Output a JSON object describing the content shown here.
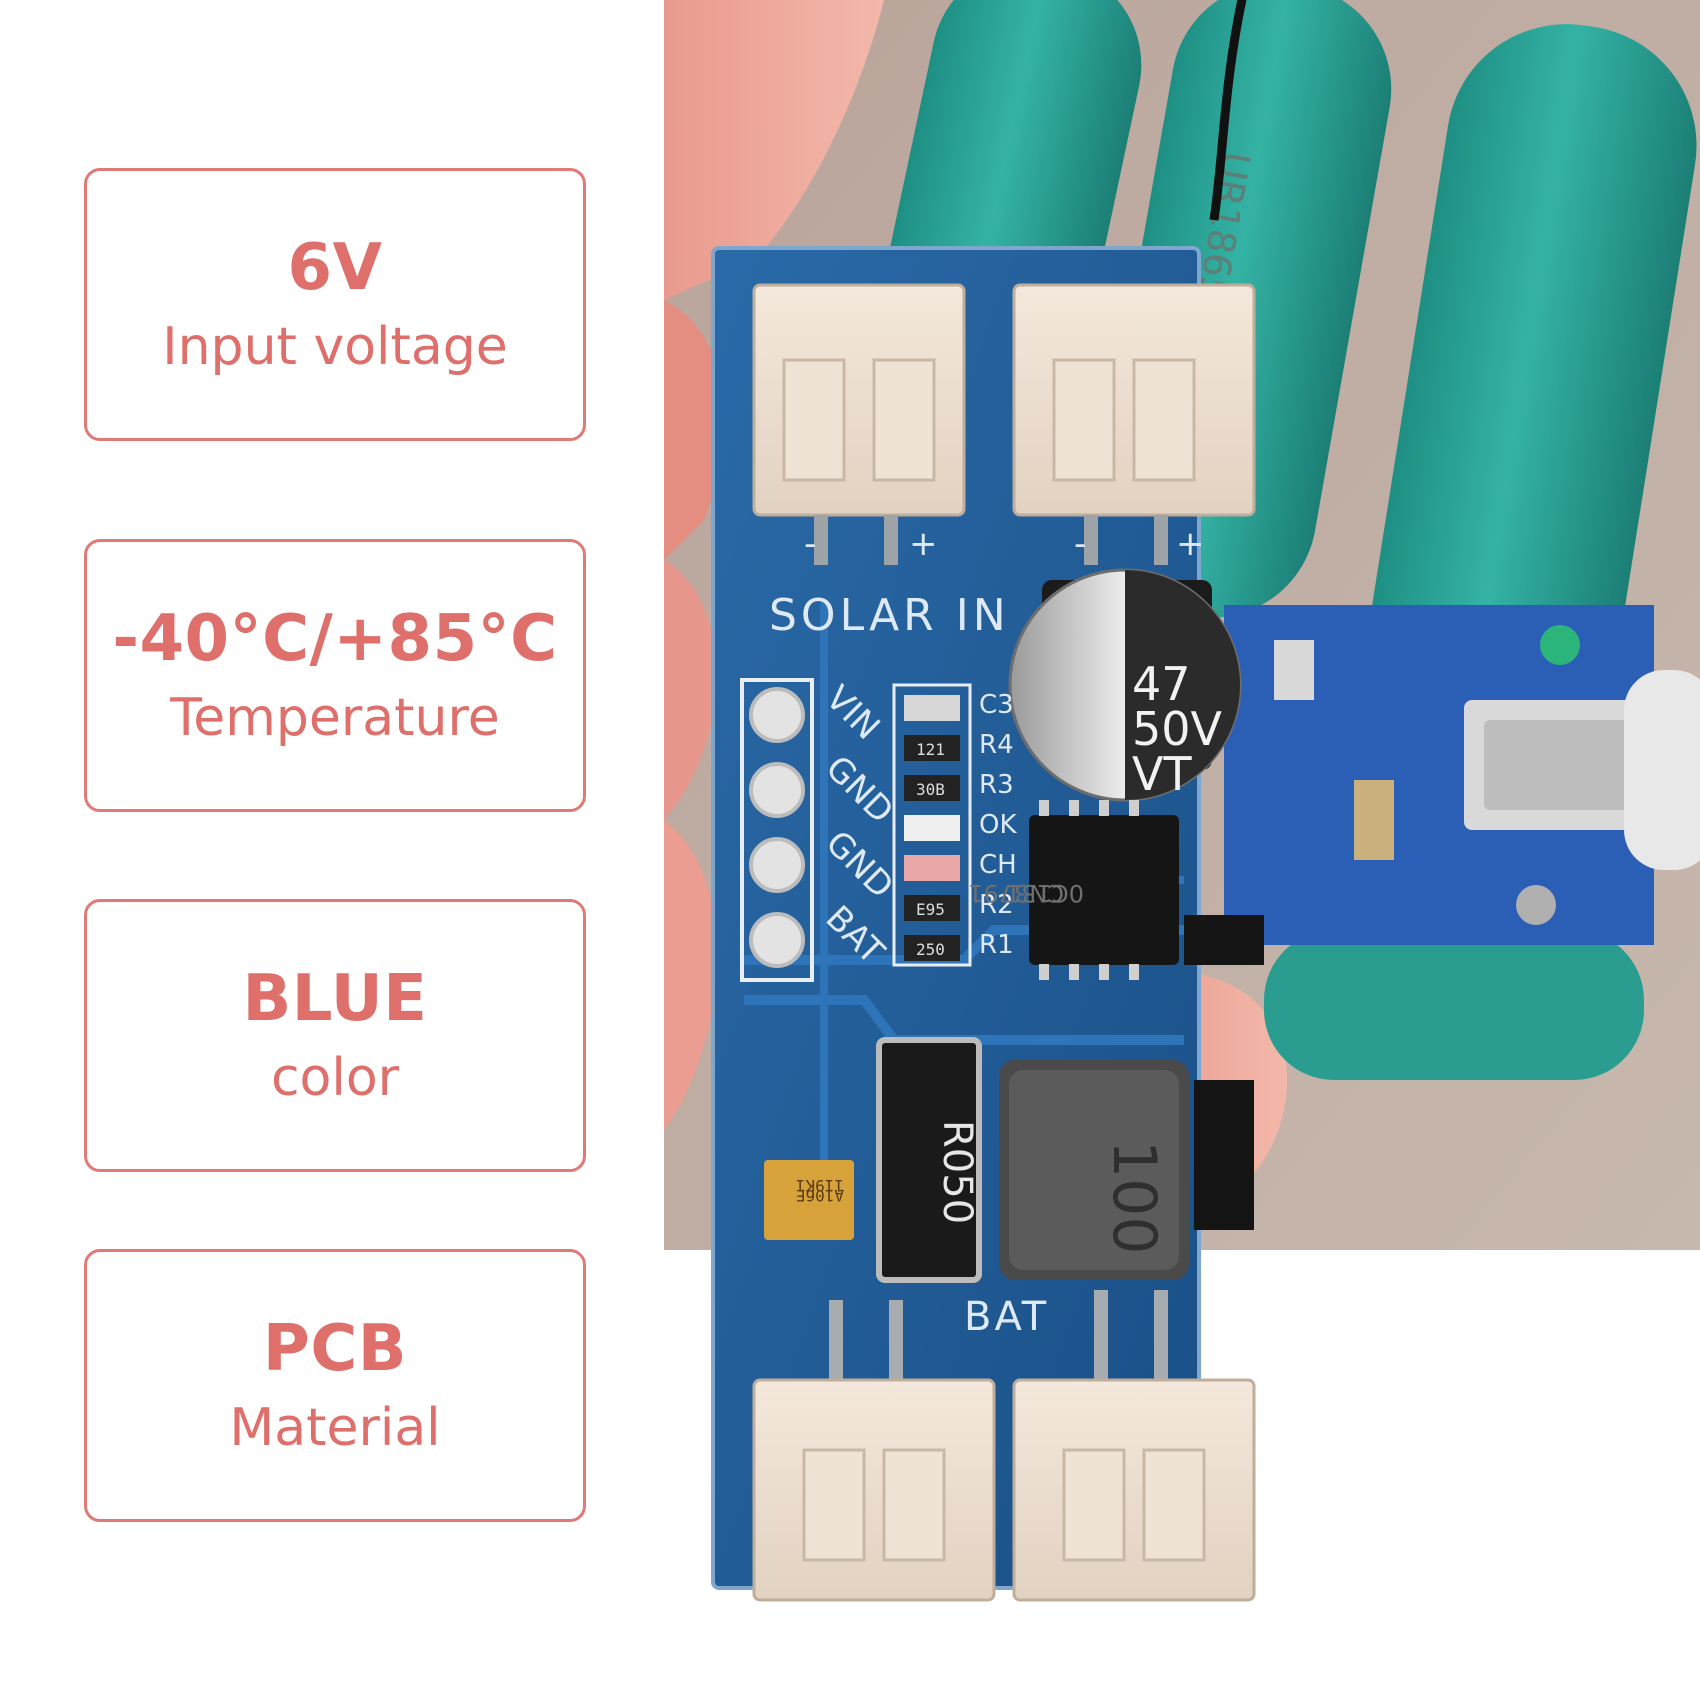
{
  "specs": [
    {
      "value": "6V",
      "label": "Input voltage"
    },
    {
      "value": "-40°C/+85°C",
      "label": "Temperature"
    },
    {
      "value": "BLUE",
      "label": "color"
    },
    {
      "value": "PCB",
      "label": "Material"
    }
  ],
  "board": {
    "solar_in_label": "SOLAR IN",
    "pin_labels": [
      "VIN",
      "GND",
      "GND",
      "BAT"
    ],
    "component_labels": [
      "C3",
      "R4",
      "R3",
      "OK",
      "CH",
      "R2",
      "R1"
    ],
    "capacitor_text": [
      "47",
      "50V",
      "VT"
    ],
    "chip_text": [
      "CN3791",
      "0C131"
    ],
    "resistor_text": "R050",
    "inductor_text": "100",
    "tantalum_text": [
      "A106E",
      "119K1"
    ],
    "bat_label": "BAT",
    "smd_codes": [
      "121",
      "30B",
      "E95",
      "250"
    ],
    "pin_polarity": [
      "-",
      "+"
    ]
  },
  "colors": {
    "accent": "#de6f6a",
    "pcb_blue": "#1f5f9e",
    "battery_teal": "#2aa89a"
  }
}
